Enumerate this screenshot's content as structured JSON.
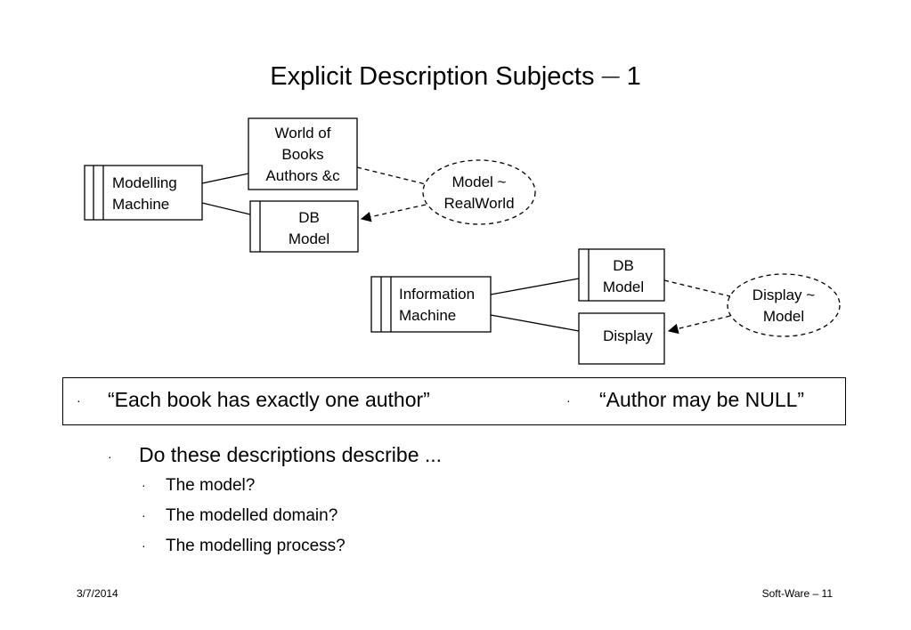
{
  "title": "Explicit Description Subjects",
  "title_dash": "—",
  "title_number": "1",
  "diagram": {
    "modelling_machine": [
      "Modelling",
      "Machine"
    ],
    "world_of_books": [
      "World of",
      "Books",
      "Authors &c"
    ],
    "db_model_top": [
      "DB",
      "Model"
    ],
    "model_realworld": [
      "Model ~",
      "RealWorld"
    ],
    "information_machine": [
      "Information",
      "Machine"
    ],
    "db_model_right": [
      "DB",
      "Model"
    ],
    "display": "Display",
    "display_model": [
      "Display ~",
      "Model"
    ]
  },
  "quotes": {
    "bullet": "·",
    "left": "“Each book has exactly one author”",
    "right": "“Author may be NULL”"
  },
  "questions": {
    "bullet": "·",
    "main": "Do these descriptions describe ...",
    "items": [
      "The model?",
      "The modelled domain?",
      "The modelling process?"
    ]
  },
  "footer": {
    "date": "3/7/2014",
    "page": "Soft-Ware – 11"
  }
}
